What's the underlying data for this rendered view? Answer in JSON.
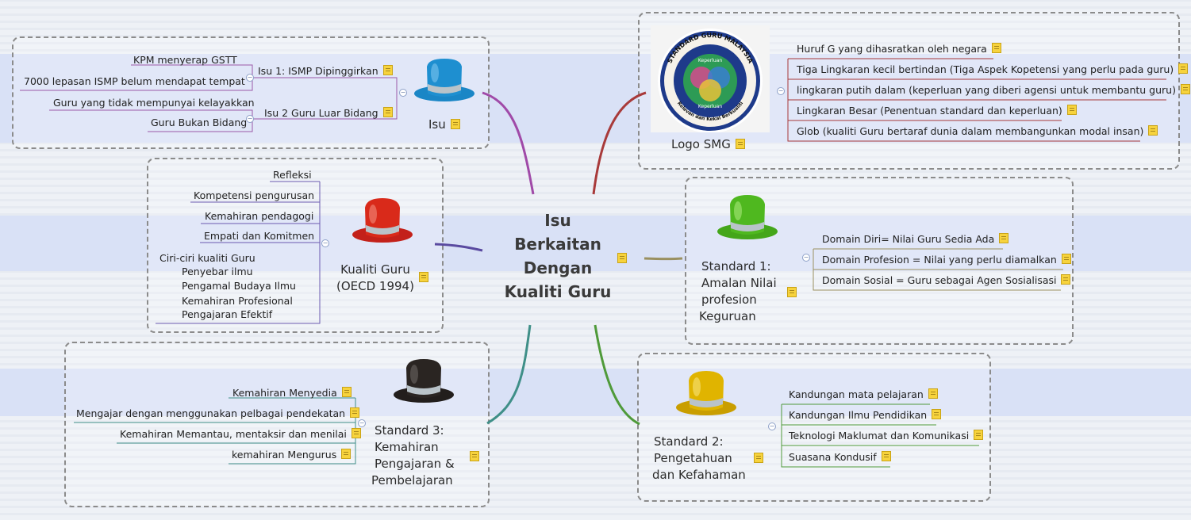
{
  "center": {
    "lines": [
      "Isu",
      "Berkaitan",
      "Dengan",
      "Kualiti Guru"
    ]
  },
  "isu": {
    "topic": "Isu",
    "branch1": {
      "label": "Isu 1: ISMP Dipinggirkan",
      "items": [
        "KPM menyerap GSTT",
        "7000 lepasan ISMP belum mendapat tempat"
      ]
    },
    "branch2": {
      "label": "Isu 2 Guru Luar Bidang",
      "items": [
        "Guru yang tidak mempunyai kelayakkan",
        "Guru Bukan Bidang"
      ]
    }
  },
  "kualiti": {
    "topic_lines": [
      "Kualiti Guru",
      "(OECD 1994)"
    ],
    "items": [
      "Refleksi",
      "Kompetensi pengurusan",
      "Kemahiran pendagogi",
      "Empati dan Komitmen"
    ],
    "ciri": [
      "Ciri-ciri kualiti Guru",
      "Penyebar ilmu",
      "Pengamal Budaya Ilmu",
      "Kemahiran Profesional",
      "Pengajaran Efektif"
    ]
  },
  "standard3": {
    "topic_lines": [
      "Standard 3:",
      "Kemahiran",
      "Pengajaran &",
      "Pembelajaran"
    ],
    "items": [
      "Kemahiran Menyedia",
      "Mengajar dengan menggunakan pelbagai pendekatan",
      "Kemahiran Memantau, mentaksir dan menilai",
      "kemahiran Mengurus"
    ]
  },
  "logo": {
    "topic": "Logo SMG",
    "ring_top": "STANDARD GURU MALAYSIA",
    "ring_bottom": "Relevan dan Kekal Berkualiti",
    "inner_top": "Keperluan",
    "inner_bottom": "Keperluan",
    "items": [
      "Huruf G yang dihasratkan oleh negara",
      "Tiga Lingkaran kecil bertindan (Tiga Aspek Kopetensi yang perlu pada guru)",
      "lingkaran putih dalam (keperluan yang diberi agensi untuk membantu guru)",
      "Lingkaran Besar (Penentuan standard dan keperluan)",
      "Glob (kualiti Guru bertaraf dunia dalam membangunkan modal insan)"
    ]
  },
  "standard1": {
    "topic_lines": [
      "Standard 1:",
      "Amalan Nilai",
      "profesion",
      "Keguruan"
    ],
    "items": [
      "Domain Diri= Nilai Guru Sedia Ada",
      "Domain Profesion = Nilai yang perlu diamalkan",
      "Domain Sosial = Guru sebagai Agen Sosialisasi"
    ]
  },
  "standard2": {
    "topic_lines": [
      "Standard 2:",
      "Pengetahuan",
      "dan Kefahaman"
    ],
    "items": [
      "Kandungan mata pelajaran",
      "Kandungan Ilmu Pendidikan",
      "Teknologi Maklumat dan Komunikasi",
      "Suasana Kondusif"
    ]
  },
  "colors": {
    "blue_hat": "#1e8fd0",
    "red_hat": "#d92a1a",
    "black_hat": "#2a2522",
    "green_hat": "#4fb81f",
    "yellow_hat": "#e0b400"
  },
  "icons": [
    "hat-icon",
    "note-icon",
    "collapse-icon"
  ]
}
